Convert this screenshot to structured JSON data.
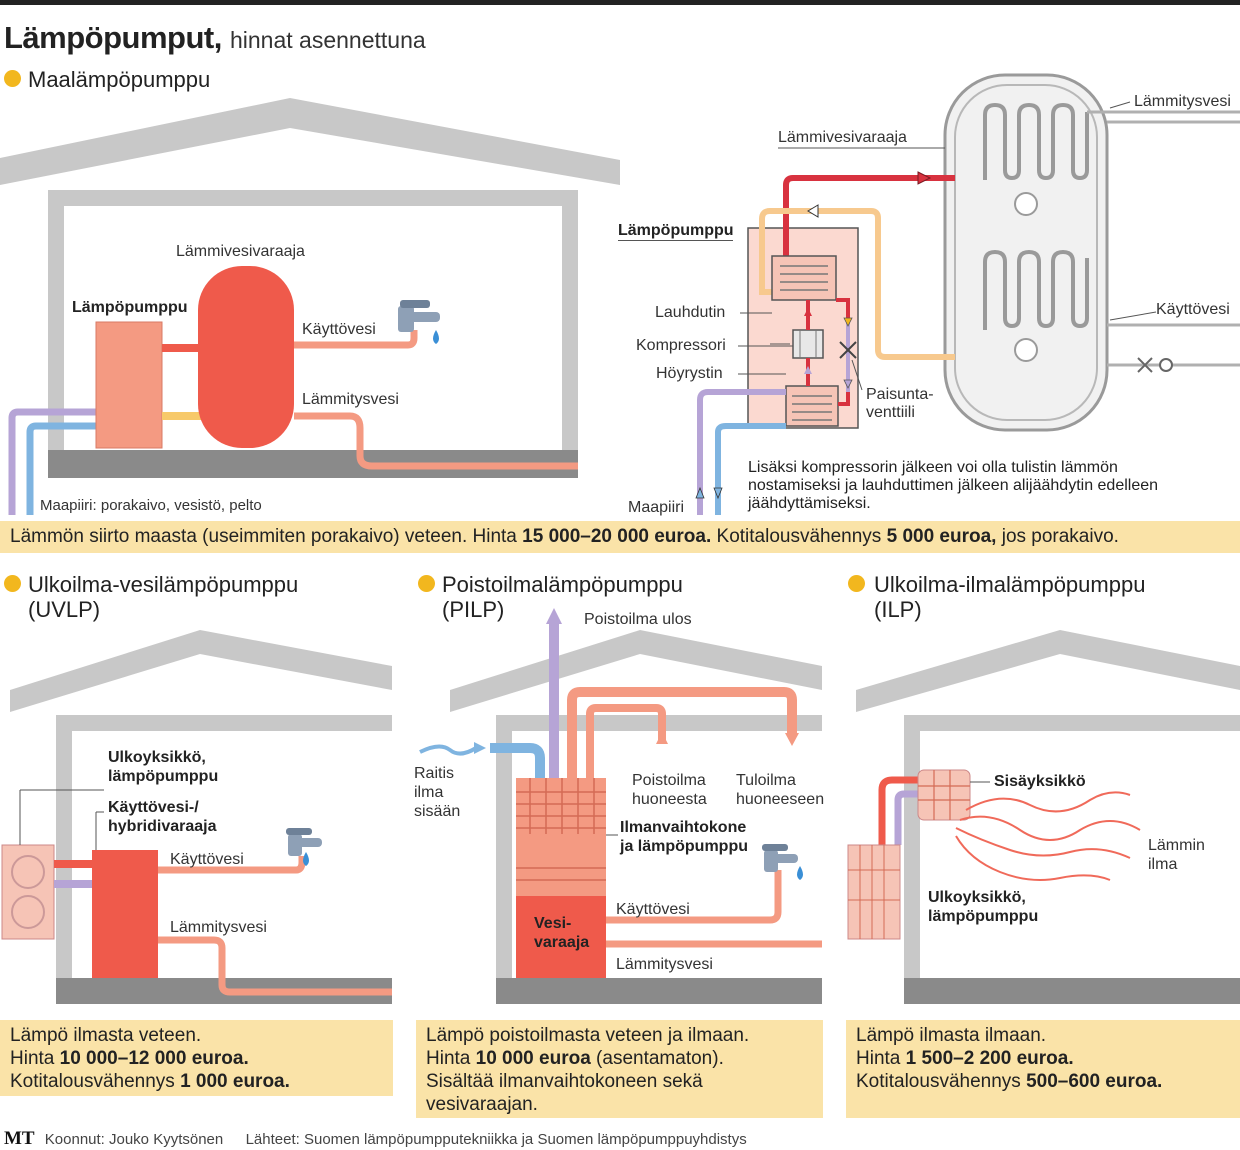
{
  "title": {
    "main": "Lämpöpumput,",
    "sub": "hinnat asennettuna"
  },
  "section_ground": {
    "heading": "Maalämpöpumppu",
    "left": {
      "tank_label": "Lämmivesivaraaja",
      "pump_label": "Lämpöpumppu",
      "tap_water": "Käyttövesi",
      "heating_water": "Lämmitysvesi",
      "ground_loop": "Maapiiri: porakaivo, vesistö, pelto"
    },
    "right": {
      "tank_label": "Lämmivesivaraaja",
      "heating_water": "Lämmitysvesi",
      "tap_water": "Käyttövesi",
      "pump_label": "Lämpöpumppu",
      "condenser": "Lauhdutin",
      "compressor": "Kompressori",
      "evaporator": "Höyrystin",
      "expansion_valve_1": "Paisunta-",
      "expansion_valve_2": "venttiili",
      "ground_loop": "Maapiiri",
      "note": "Lisäksi kompressorin jälkeen voi olla tulistin lämmön nostamiseksi ja lauhduttimen jälkeen alijäähdytin edelleen jäähdyttämiseksi."
    },
    "band": {
      "text1": "Lämmön siirto maasta (useimmiten porakaivo) veteen. Hinta ",
      "price": "15 000–20 000 euroa.",
      "text2": " Kotitalousvähennys ",
      "deduction": "5 000 euroa,",
      "text3": " jos porakaivo."
    }
  },
  "section_uvlp": {
    "heading_1": "Ulkoilma-vesilämpöpumppu",
    "heading_2": "(UVLP)",
    "outdoor_unit_1": "Ulkoyksikkö,",
    "outdoor_unit_2": "lämpöpumppu",
    "tank_1": "Käyttövesi-/",
    "tank_2": "hybridivaraaja",
    "tap_water": "Käyttövesi",
    "heating_water": "Lämmitysvesi",
    "box": {
      "line1": "Lämpö ilmasta veteen.",
      "price_prefix": "Hinta ",
      "price": "10 000–12 000 euroa.",
      "deduction_prefix": "Kotitalousvähennys ",
      "deduction": "1 000 euroa."
    }
  },
  "section_pilp": {
    "heading_1": "Poistoilmalämpöpumppu",
    "heading_2": "(PILP)",
    "exhaust_out": "Poistoilma ulos",
    "fresh_air_1": "Raitis",
    "fresh_air_2": "ilma",
    "fresh_air_3": "sisään",
    "exhaust_room_1": "Poistoilma",
    "exhaust_room_2": "huoneesta",
    "supply_air_1": "Tuloilma",
    "supply_air_2": "huoneeseen",
    "unit_1": "Ilmanvaihtokone",
    "unit_2": "ja lämpöpumppu",
    "tank_1": "Vesi-",
    "tank_2": "varaaja",
    "tap_water": "Käyttövesi",
    "heating_water": "Lämmitysvesi",
    "box": {
      "line1": "Lämpö poistoilmasta veteen ja ilmaan.",
      "price_prefix": "Hinta ",
      "price": "10 000 euroa",
      "price_suffix": " (asentamaton).",
      "line3": "Sisältää ilmanvaihtokoneen sekä",
      "line4": "vesivaraajan."
    }
  },
  "section_ilp": {
    "heading_1": "Ulkoilma-ilmalämpöpumppu",
    "heading_2": "(ILP)",
    "indoor_unit": "Sisäyksikkö",
    "warm_air_1": "Lämmin",
    "warm_air_2": "ilma",
    "outdoor_unit_1": "Ulkoyksikkö,",
    "outdoor_unit_2": "lämpöpumppu",
    "box": {
      "line1": "Lämpö ilmasta ilmaan.",
      "price_prefix": "Hinta ",
      "price": "1 500–2 200 euroa.",
      "deduction_prefix": "Kotitalousvähennys ",
      "deduction": "500–600 euroa."
    }
  },
  "footer": {
    "logo": "MT",
    "author": "Koonnut: Jouko Kyytsönen",
    "sources": "Lähteet: Suomen lämpöpumpputekniikka ja Suomen lämpöpumppuyhdistys"
  },
  "colors": {
    "accent_dot": "#f2b71e",
    "price_band": "#fae3a8",
    "hot_water": "#f06a5a",
    "tank_red": "#ef5a4b",
    "pump_salmon": "#f49a82",
    "ground_purple": "#b6a4d6",
    "ground_blue": "#7fb4e0",
    "house_gray": "#c8c8c8",
    "floor_gray": "#8a8a8a"
  }
}
